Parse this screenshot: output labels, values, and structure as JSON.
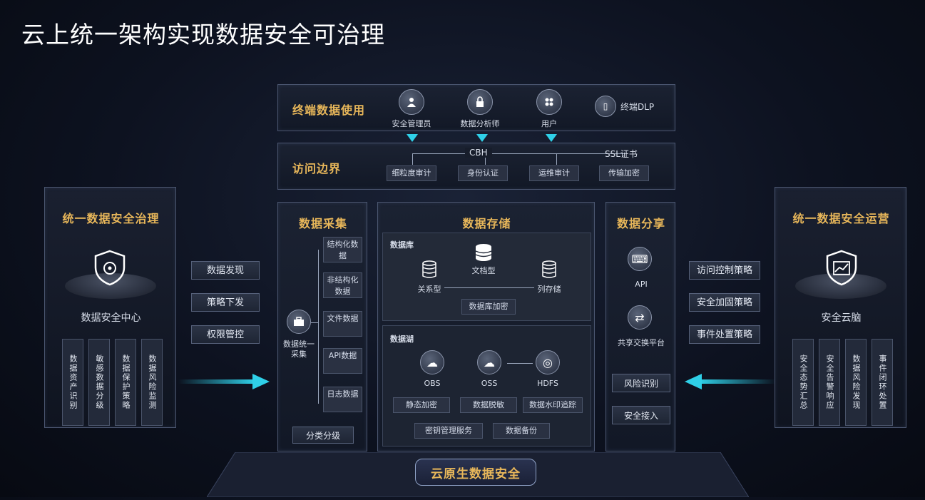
{
  "title": "云上统一架构实现数据安全可治理",
  "terminal": {
    "label": "终端数据使用",
    "items": [
      {
        "icon": "user-shield-icon",
        "label": "安全管理员"
      },
      {
        "icon": "lock-user-icon",
        "label": "数据分析师"
      },
      {
        "icon": "users-icon",
        "label": "用户"
      }
    ],
    "dlp": "终端DLP"
  },
  "access": {
    "label": "访问边界",
    "cbh": "CBH",
    "ssl": "SSL证书",
    "tags": [
      "细粒度审计",
      "身份认证",
      "运维审计",
      "传输加密"
    ]
  },
  "left": {
    "header": "统一数据安全治理",
    "center": "数据安全中心",
    "columns": [
      "数据资产识别",
      "敏感数据分级",
      "数据保护策略",
      "数据风险监测"
    ],
    "links": [
      "数据发现",
      "策略下发",
      "权限管控"
    ]
  },
  "collect": {
    "header": "数据采集",
    "main": "数据统一采集",
    "items": [
      "结构化数据",
      "非结构化数据",
      "文件数据",
      "API数据",
      "日志数据"
    ],
    "bottom": "分类分级"
  },
  "storage": {
    "header": "数据存储",
    "db_section": "数据库",
    "dbs": [
      "关系型",
      "文档型",
      "列存储"
    ],
    "db_tag": "数据库加密",
    "obj_section": "数据湖",
    "objs": [
      "OBS",
      "OSS",
      "HDFS"
    ],
    "obj_tags": [
      "静态加密",
      "数据脱敏",
      "数据水印追踪"
    ],
    "obj_bottom": [
      "密钥管理服务",
      "数据备份"
    ]
  },
  "share": {
    "header": "数据分享",
    "items": [
      "API",
      "共享交换平台"
    ],
    "tags": [
      "风险识别",
      "安全接入"
    ]
  },
  "right": {
    "header": "统一数据安全运营",
    "center": "安全云脑",
    "columns": [
      "安全态势汇总",
      "安全告警响应",
      "数据风险发现",
      "事件闭环处置"
    ],
    "links": [
      "访问控制策略",
      "安全加固策略",
      "事件处置策略"
    ]
  },
  "footer": "云原生数据安全",
  "colors": {
    "accent": "#2fd0e8",
    "gold": "#e8b75a"
  }
}
